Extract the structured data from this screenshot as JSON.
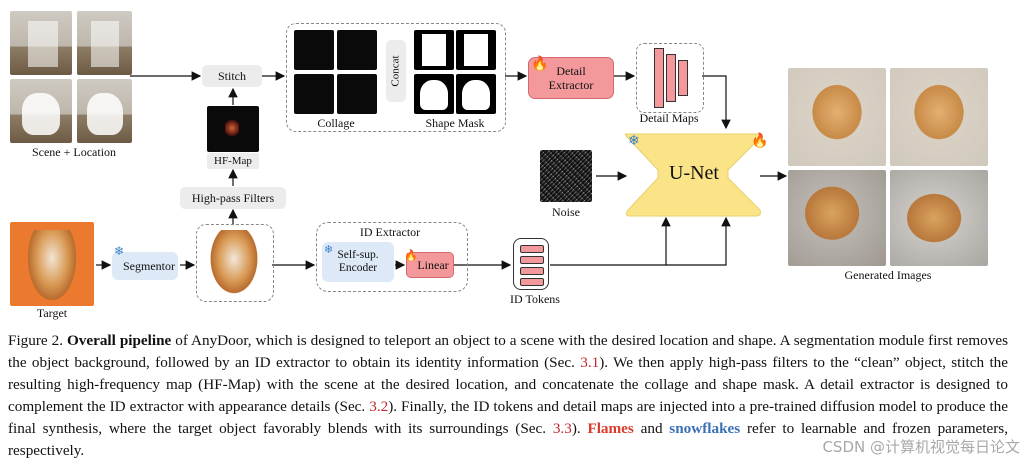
{
  "labels": {
    "scene_location": "Scene + Location",
    "stitch": "Stitch",
    "collage": "Collage",
    "concat": "Concat",
    "shape_mask": "Shape Mask",
    "detail_extractor": "Detail Extractor",
    "detail_maps": "Detail Maps",
    "hf_map": "HF-Map",
    "high_pass": "High-pass Filters",
    "noise": "Noise",
    "unet": "U-Net",
    "generated": "Generated Images",
    "target": "Target",
    "segmentor": "Segmentor",
    "id_extractor": "ID Extractor",
    "self_sup": "Self-sup. Encoder",
    "linear": "Linear",
    "id_tokens": "ID Tokens"
  },
  "caption": {
    "fig": "Figure 2.",
    "title": "Overall pipeline",
    "p1": " of AnyDoor, which is designed to teleport an object to a scene with the desired location and shape. A segmentation module first removes the object background, followed by an ID extractor to obtain its identity information (Sec. ",
    "r1": "3.1",
    "p2": "). We then apply high-pass filters to the “clean” object, stitch the resulting high-frequency map (HF-Map) with the scene at the desired location, and concatenate the collage and shape mask. A detail extractor is designed to complement the ID extractor with appearance details (Sec. ",
    "r2": "3.2",
    "p3": "). Finally, the ID tokens and detail maps are injected into a pre-trained diffusion model to produce the final synthesis, where the target object favorably blends with its surroundings (Sec. ",
    "r3": "3.3",
    "p4": "). ",
    "flames": "Flames",
    "and": " and ",
    "snowflakes": "snowflakes",
    "p5": " refer to learnable and frozen parameters, respectively."
  },
  "watermark": "CSDN @计算机视觉每日论文",
  "colors": {
    "flame": "#e8352a",
    "snow": "#3b7fc6",
    "unet": "#fbe488",
    "pink": "#f3999c"
  },
  "icons": [
    "flame-icon",
    "snowflake-icon"
  ]
}
